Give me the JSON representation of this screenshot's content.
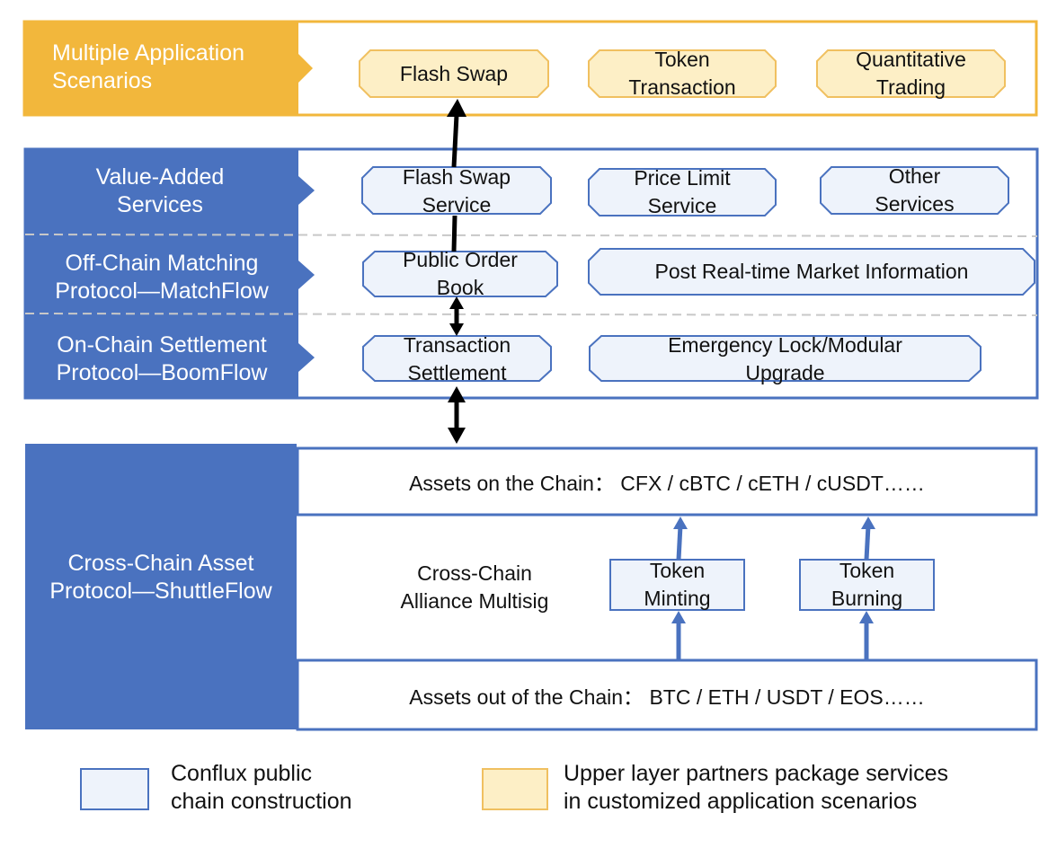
{
  "layers": {
    "app_scenarios": "Multiple Application\nScenarios",
    "value_added": "Value-Added\nServices",
    "matching": "Off-Chain Matching\nProtocol—MatchFlow",
    "settlement": "On-Chain Settlement\nProtocol—BoomFlow",
    "cross_chain": "Cross-Chain Asset\nProtocol—ShuttleFlow"
  },
  "scenarios": [
    "Flash Swap",
    "Token\nTransaction",
    "Quantitative\nTrading"
  ],
  "services": [
    "Flash Swap\nService",
    "Price Limit\nService",
    "Other\nServices"
  ],
  "matching_items": [
    "Public Order\nBook",
    "Post Real-time Market Information"
  ],
  "settlement_items": [
    "Transaction\nSettlement",
    "Emergency Lock/Modular\nUpgrade"
  ],
  "assets_on_chain": "Assets on the Chain： CFX / cBTC / cETH / cUSDT……",
  "assets_off_chain": "Assets out of the Chain： BTC / ETH / USDT / EOS……",
  "multisig": "Cross-Chain\nAlliance Multisig",
  "token_minting": "Token\nMinting",
  "token_burning": "Token\nBurning",
  "legend": {
    "conflux": "Conflux public\nchain construction",
    "partners": "Upper layer partners package services\nin customized  application scenarios"
  },
  "colors": {
    "blue": "#4A72BF",
    "orange": "#F2B73C",
    "light_blue": "#EEF3FB",
    "light_orange": "#FDEFC6",
    "orange_border": "#F0C060"
  }
}
